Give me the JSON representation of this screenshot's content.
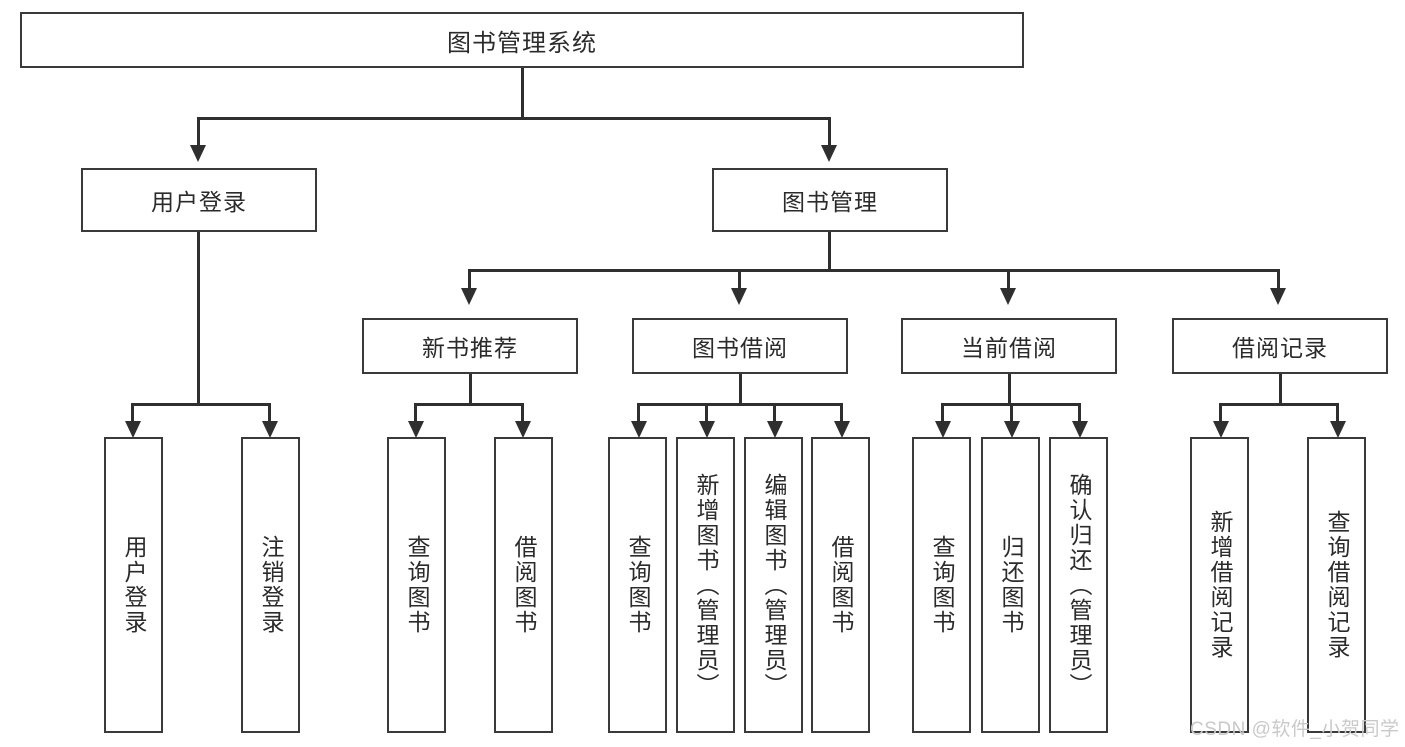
{
  "diagram": {
    "title": "图书管理系统",
    "type": "hierarchy-tree",
    "root": {
      "label": "图书管理系统"
    },
    "level2": [
      {
        "label": "用户登录"
      },
      {
        "label": "图书管理"
      }
    ],
    "level3": [
      {
        "label": "新书推荐"
      },
      {
        "label": "图书借阅"
      },
      {
        "label": "当前借阅"
      },
      {
        "label": "借阅记录"
      }
    ],
    "leaves": {
      "user_login": [
        {
          "label": "用户登录"
        },
        {
          "label": "注销登录"
        }
      ],
      "new_book_recommend": [
        {
          "label": "查询图书"
        },
        {
          "label": "借阅图书"
        }
      ],
      "book_borrow": [
        {
          "label": "查询图书"
        },
        {
          "label": "新增图书（管理员）"
        },
        {
          "label": "编辑图书（管理员）"
        },
        {
          "label": "借阅图书"
        }
      ],
      "current_borrow": [
        {
          "label": "查询图书"
        },
        {
          "label": "归还图书"
        },
        {
          "label": "确认归还（管理员）"
        }
      ],
      "borrow_record": [
        {
          "label": "新增借阅记录"
        },
        {
          "label": "查询借阅记录"
        }
      ]
    }
  },
  "watermark": {
    "text": "CSDN @软件_小贺同学"
  },
  "colors": {
    "border": "#3a3a3a",
    "line": "#2f2f2f",
    "text": "#2b2b2b",
    "background": "#ffffff",
    "watermark": "#c9c9c9"
  }
}
